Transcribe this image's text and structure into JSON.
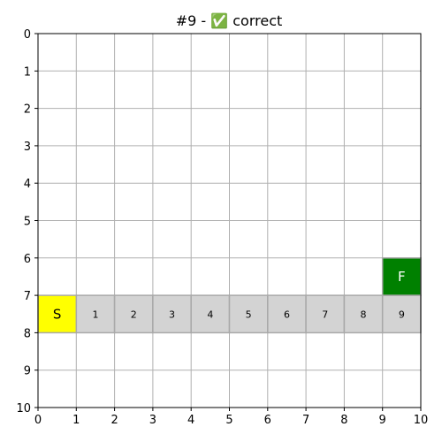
{
  "board": {
    "title": "#9 - ✅ correct",
    "grid_size": 10,
    "x_ticks": [
      "0",
      "1",
      "2",
      "3",
      "4",
      "5",
      "6",
      "7",
      "8",
      "9",
      "10"
    ],
    "y_ticks": [
      "0",
      "1",
      "2",
      "3",
      "4",
      "5",
      "6",
      "7",
      "8",
      "9",
      "10"
    ],
    "colors": {
      "path": "#d3d3d3",
      "path_border": "#a9a9a9",
      "start": "#ffff00",
      "finish": "#008000",
      "finish_text": "#ffffff",
      "grid_line": "#b0b0b0"
    },
    "start": {
      "col": 0,
      "row": 7,
      "label": "S"
    },
    "finish": {
      "col": 9,
      "row": 6,
      "label": "F"
    },
    "path_cells": [
      {
        "col": 1,
        "row": 7,
        "label": "1"
      },
      {
        "col": 2,
        "row": 7,
        "label": "2"
      },
      {
        "col": 3,
        "row": 7,
        "label": "3"
      },
      {
        "col": 4,
        "row": 7,
        "label": "4"
      },
      {
        "col": 5,
        "row": 7,
        "label": "5"
      },
      {
        "col": 6,
        "row": 7,
        "label": "6"
      },
      {
        "col": 7,
        "row": 7,
        "label": "7"
      },
      {
        "col": 8,
        "row": 7,
        "label": "8"
      },
      {
        "col": 9,
        "row": 7,
        "label": "9"
      }
    ]
  }
}
